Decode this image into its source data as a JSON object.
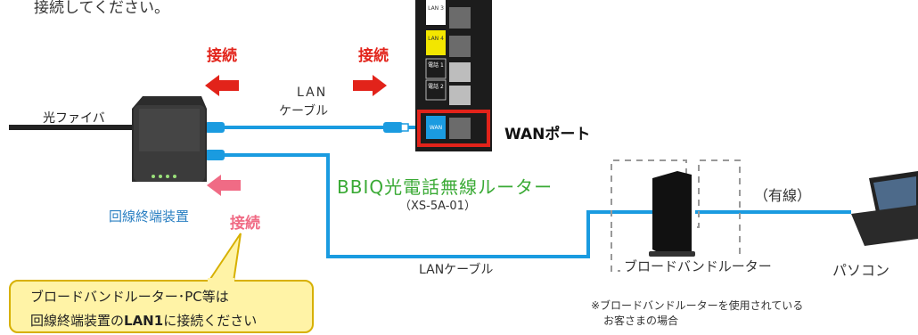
{
  "texts": {
    "top_cut": "接続してください。",
    "connect_left": "接続",
    "connect_right": "接続",
    "connect_pink": "接続",
    "lan_cable_top_1": "LAN",
    "lan_cable_top_2": "ケーブル",
    "fiber": "光ファイバ",
    "wan_port": "WANポート",
    "router_name": "BBIQ光電話無線ルーター",
    "router_model": "（XS-5A-01）",
    "onu_label": "回線終端装置",
    "lan_cable_bottom": "LANケーブル",
    "wired": "（有線）",
    "broadband_router": "ブロードバンドルーター",
    "pc": "パソコン",
    "note_1": "※ブロードバンドルーターを使用されている",
    "note_2": "お客さまの場合",
    "callout_line1": "ブロードバンドルーター･PC等は",
    "callout_line2_a": "回線終端装置の",
    "callout_line2_b": "LAN1",
    "callout_line2_c": "に接続ください"
  },
  "port_labels": [
    "LAN 3",
    "LAN 4",
    "電話 1",
    "電話 2",
    "WAN"
  ],
  "colors": {
    "cable_blue": "#1a9be0",
    "arrow_red": "#e2231a",
    "arrow_pink": "#f06b85",
    "highlight_red": "#e2231a",
    "router_green": "#3aaa35",
    "callout_fill": "#fff3a6"
  }
}
